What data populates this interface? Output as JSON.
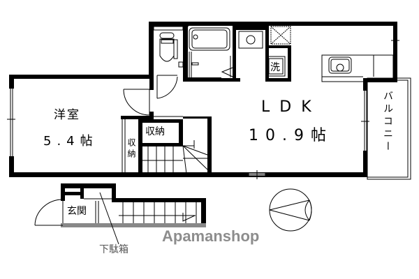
{
  "floor_plan": {
    "rooms": {
      "western_room": {
        "name": "洋室",
        "size": "5.4帖"
      },
      "ldk": {
        "name": "LDK",
        "size": "10.9帖"
      },
      "storage_main": {
        "label": "収納"
      },
      "storage_side": {
        "label": "収納"
      },
      "washer": {
        "label": "洗"
      },
      "balcony": {
        "label": "バルコニー"
      },
      "entrance": {
        "label": "玄関"
      },
      "shoe_box": {
        "label": "下駄箱"
      }
    },
    "watermark": "Apamanshop",
    "colors": {
      "wall": "#000000",
      "background": "#ffffff",
      "watermark": "#7a7a7a",
      "stair_floor": "#888888"
    }
  }
}
